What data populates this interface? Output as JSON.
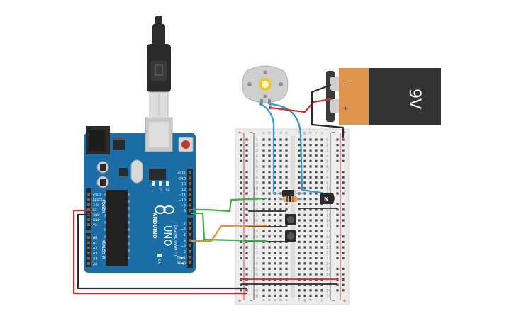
{
  "arduino": {
    "logo": "ARDUINO",
    "model": "UNO",
    "on_label": "ON",
    "power_header_title": "POWER",
    "analog_header_title": "ANALOG IN",
    "digital_header_title": "DIGITAL (PWM ~)",
    "power_pins": [
      "IOREF",
      "RESET",
      "3.3V",
      "5V",
      "GND",
      "GND",
      "Vin"
    ],
    "analog_pins": [
      "A0",
      "A1",
      "A2",
      "A3",
      "A4",
      "A5"
    ],
    "digital_top": [
      "AREF",
      "GND",
      "13",
      "12",
      "~11",
      "~10",
      "~9",
      "8"
    ],
    "digital_bottom": [
      "7",
      "~6",
      "~5",
      "4",
      "~3",
      "2",
      "TX▶1",
      "RX◀0"
    ],
    "led_labels": [
      "L",
      "TX",
      "RX"
    ]
  },
  "battery": {
    "label": "9V",
    "minus": "−",
    "plus": "+"
  },
  "transistor": {
    "label": "N"
  },
  "breadboard": {
    "cols_left": [
      "a",
      "b",
      "c",
      "d",
      "e"
    ],
    "cols_right": [
      "f",
      "g",
      "h",
      "i",
      "j"
    ],
    "row_numbers": [
      "1",
      "2",
      "3",
      "4",
      "5",
      "6",
      "7",
      "8",
      "9",
      "10",
      "11",
      "12",
      "13",
      "14",
      "15",
      "16",
      "17",
      "18",
      "19",
      "20",
      "21",
      "22",
      "23",
      "24",
      "25",
      "26",
      "27",
      "28",
      "29",
      "30"
    ],
    "rail_plus": "+",
    "rail_minus": "−"
  },
  "colors": {
    "board": "#1b6ea5",
    "board_dark": "#14507a",
    "wire_red": "#d22d2d",
    "wire_black": "#2b2b2b",
    "wire_green": "#3fae49",
    "wire_orange": "#e8902a",
    "wire_blue": "#2f9bd6",
    "battery_orange": "#e0954c",
    "battery_black": "#333333"
  }
}
